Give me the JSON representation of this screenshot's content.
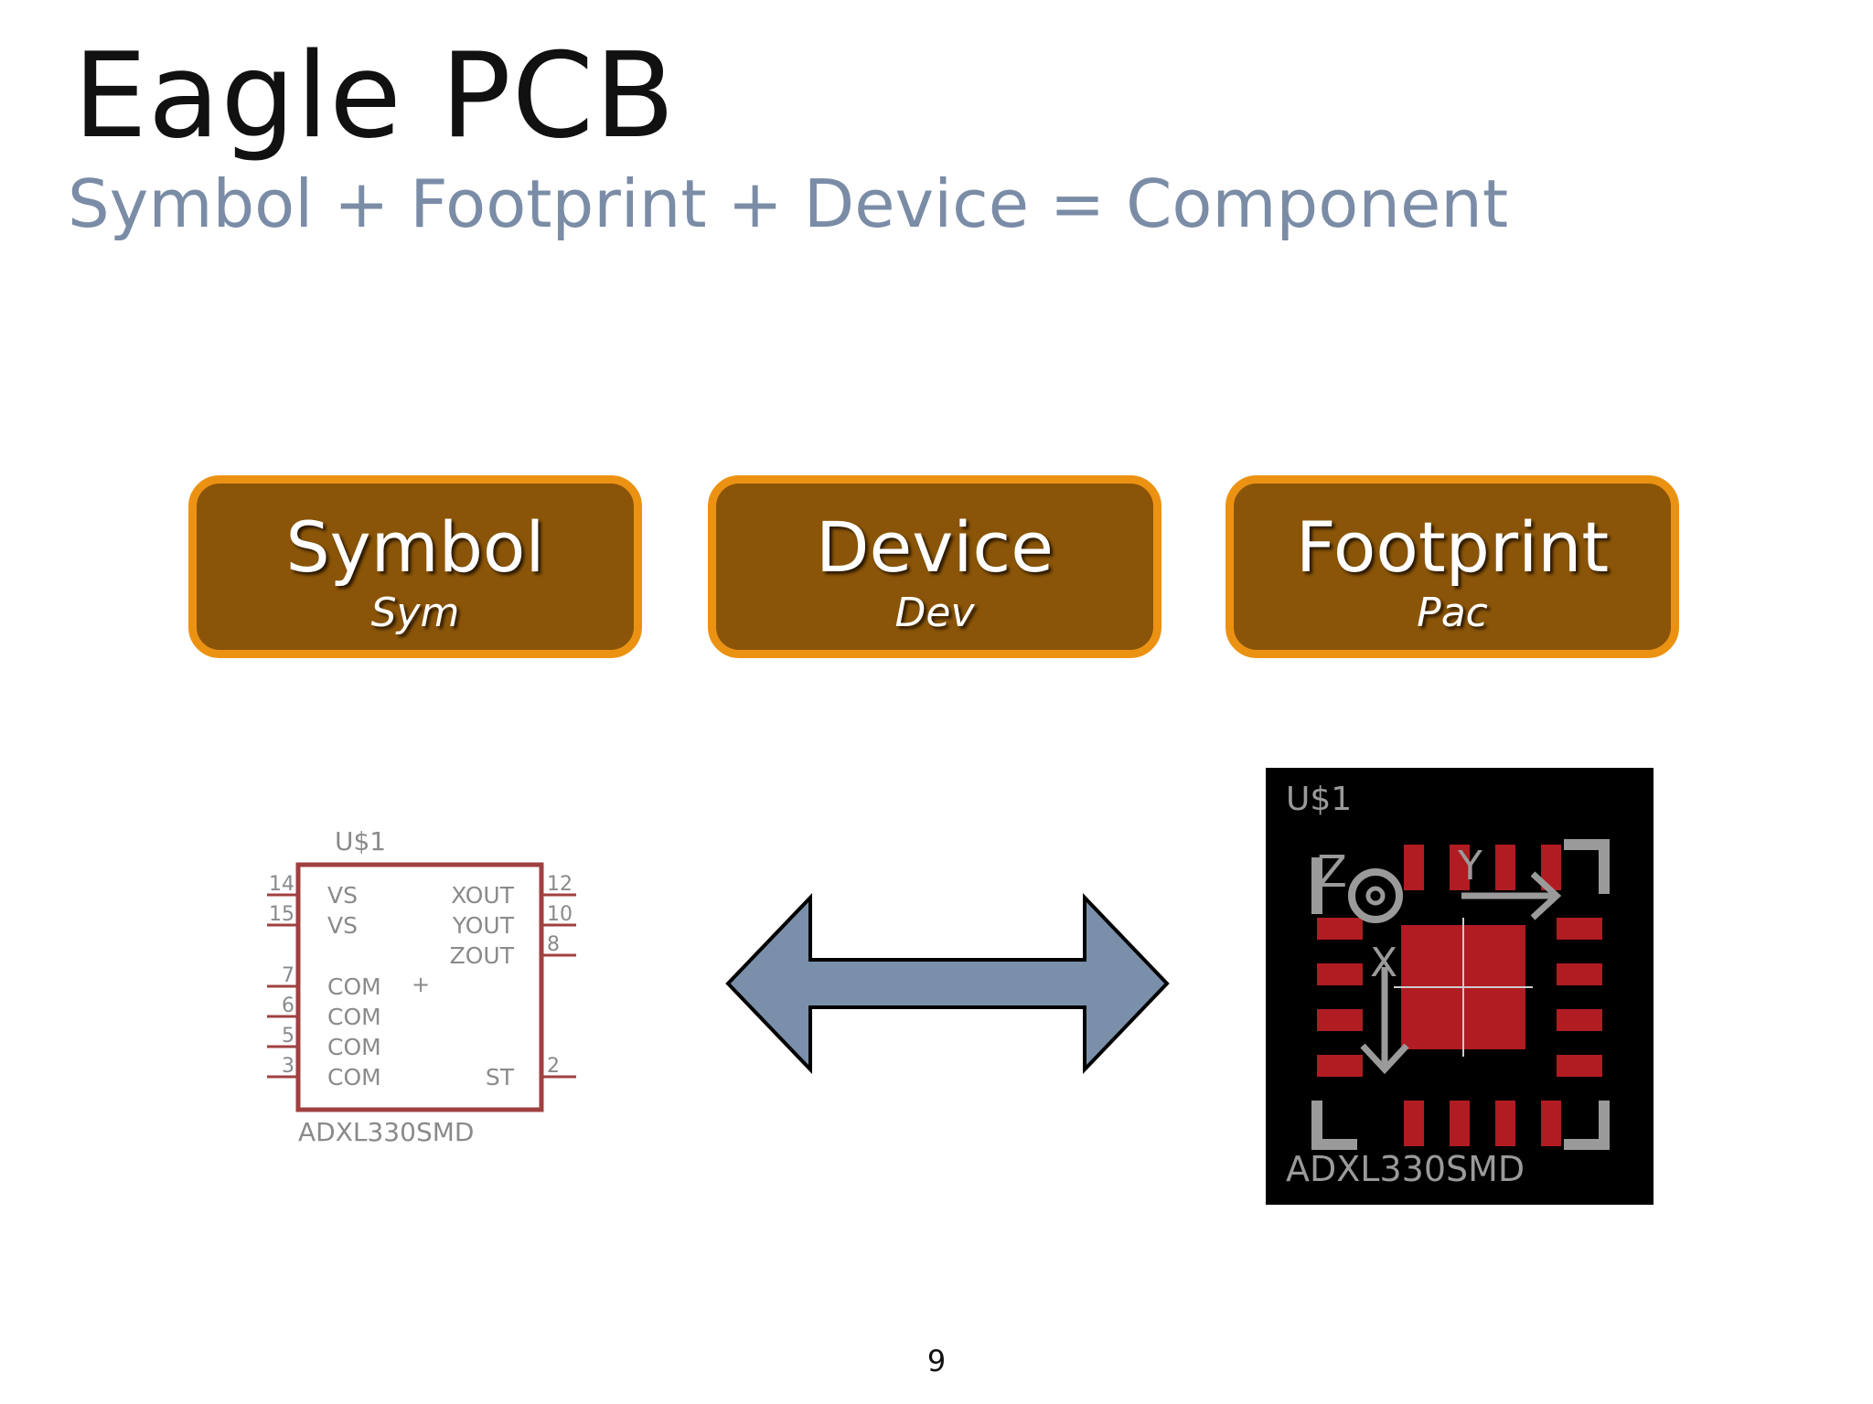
{
  "title": "Eagle PCB",
  "subtitle": "Symbol + Footprint + Device = Component",
  "boxes": [
    {
      "label": "Symbol",
      "sublabel": "Sym"
    },
    {
      "label": "Device",
      "sublabel": "Dev"
    },
    {
      "label": "Footprint",
      "sublabel": "Pac"
    }
  ],
  "schematic": {
    "name": "U$1",
    "value": "ADXL330SMD",
    "left_pins": [
      {
        "num": "14",
        "label": "VS"
      },
      {
        "num": "15",
        "label": "VS"
      },
      {
        "num": "7",
        "label": "COM"
      },
      {
        "num": "6",
        "label": "COM"
      },
      {
        "num": "5",
        "label": "COM"
      },
      {
        "num": "3",
        "label": "COM"
      }
    ],
    "right_pins": [
      {
        "num": "12",
        "label": "XOUT"
      },
      {
        "num": "10",
        "label": "YOUT"
      },
      {
        "num": "8",
        "label": "ZOUT"
      },
      {
        "num": "2",
        "label": "ST"
      }
    ],
    "origin_mark": "+"
  },
  "footprint": {
    "name": "U$1",
    "value": "ADXL330SMD",
    "axis_z": "Z",
    "axis_y": "Y",
    "axis_x": "X"
  },
  "colors": {
    "box_fill": "#8a5508",
    "box_border": "#ec9213",
    "subtitle": "#7a8ca6",
    "arrow": "#7a8fa9",
    "schematic": "#a04040",
    "pad": "#b01c22"
  },
  "page_number": "9"
}
